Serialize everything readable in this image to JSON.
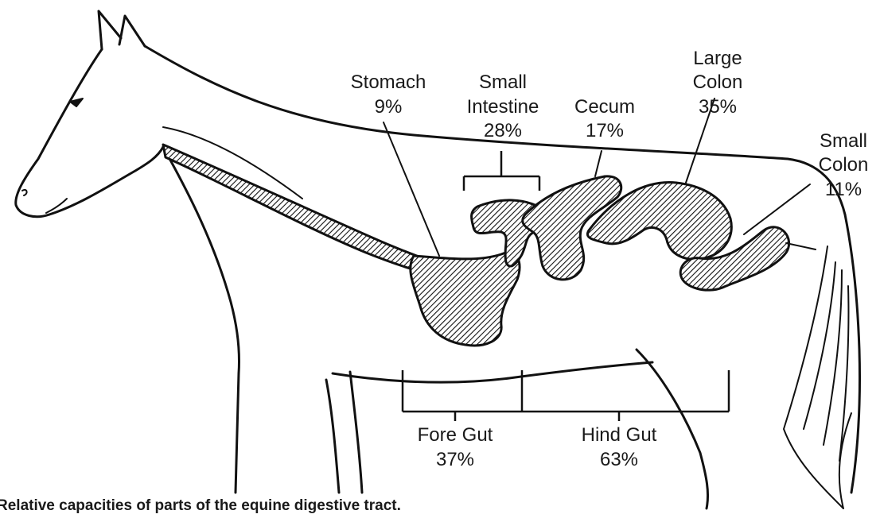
{
  "organs": {
    "stomach": {
      "name": "Stomach",
      "percent": "9%"
    },
    "small_intestine": {
      "name_line1": "Small",
      "name_line2": "Intestine",
      "percent": "28%"
    },
    "cecum": {
      "name": "Cecum",
      "percent": "17%"
    },
    "large_colon": {
      "name_line1": "Large",
      "name_line2": "Colon",
      "percent": "35%"
    },
    "small_colon": {
      "name_line1": "Small",
      "name_line2": "Colon",
      "percent": "11%"
    }
  },
  "sections": {
    "fore_gut": {
      "name": "Fore Gut",
      "percent": "37%"
    },
    "hind_gut": {
      "name": "Hind Gut",
      "percent": "63%"
    }
  },
  "caption": "Relative capacities of parts of the equine digestive tract."
}
